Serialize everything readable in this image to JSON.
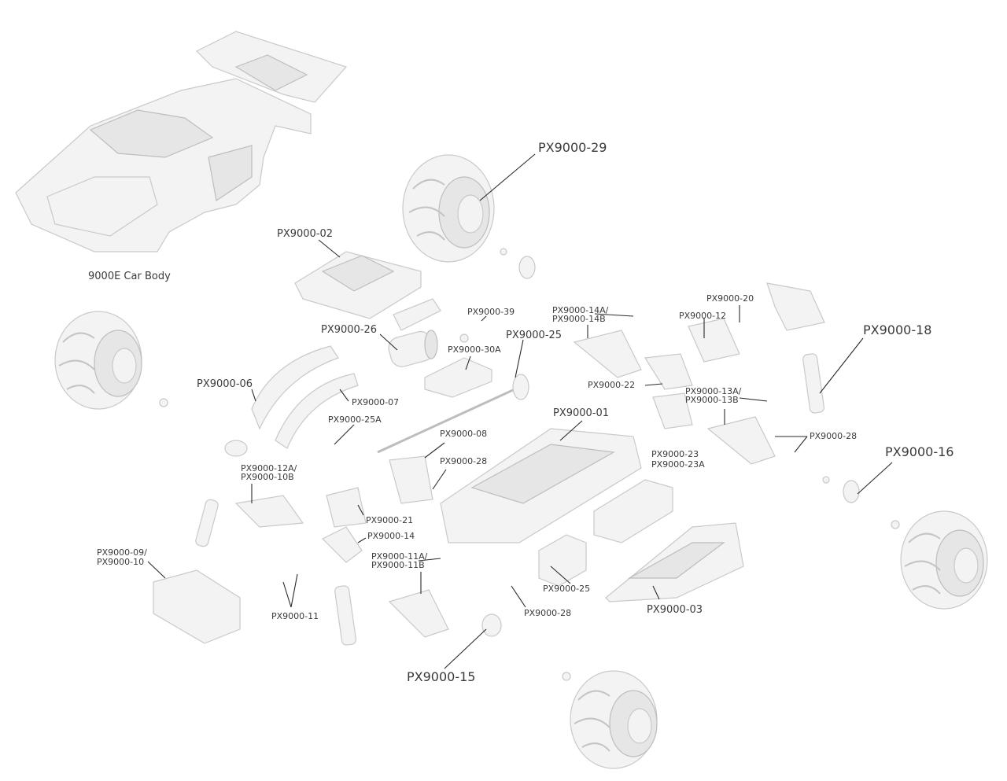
{
  "labels": {
    "car_body": "9000E Car Body",
    "px29": "PX9000-29",
    "px02": "PX9000-02",
    "px39": "PX9000-39",
    "px20": "PX9000-20",
    "px14a": "PX9000-14A/",
    "px14b": "PX9000-14B",
    "px12": "PX9000-12",
    "px18": "PX9000-18",
    "px26": "PX9000-26",
    "px25_top": "PX9000-25",
    "px30a": "PX9000-30A",
    "px06": "PX9000-06",
    "px07": "PX9000-07",
    "px22": "PX9000-22",
    "px13a": "PX9000-13A/",
    "px13b": "PX9000-13B",
    "px25a": "PX9000-25A",
    "px01": "PX9000-01",
    "px08": "PX9000-08",
    "px28_right": "PX9000-28",
    "px16": "PX9000-16",
    "px28_mid": "PX9000-28",
    "px23": "PX9000-23",
    "px23a": "PX9000-23A",
    "px12a": "PX9000-12A/",
    "px10b": "PX9000-10B",
    "px21": "PX9000-21",
    "px14": "PX9000-14",
    "px09": "PX9000-09/",
    "px10": "PX9000-10",
    "px11a": "PX9000-11A/",
    "px11b": "PX9000-11B",
    "px25_bottom": "PX9000-25",
    "px11": "PX9000-11",
    "px28_bottom": "PX9000-28",
    "px03": "PX9000-03",
    "px15": "PX9000-15"
  }
}
